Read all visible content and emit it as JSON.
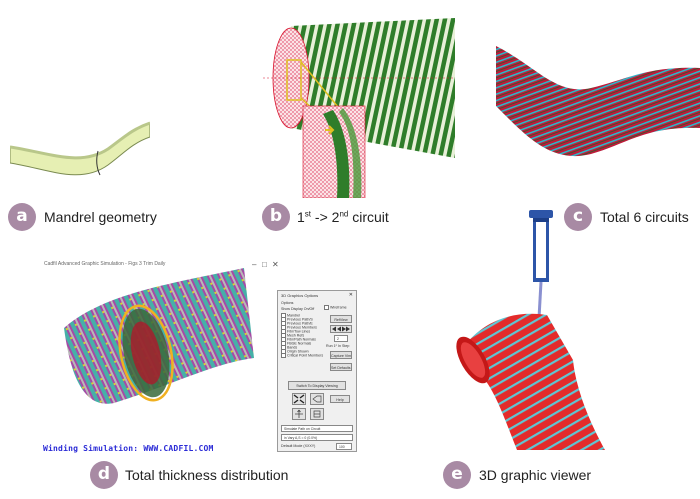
{
  "colors": {
    "badge": "#a88aa4",
    "fiber_green": "#2f7d2a",
    "mesh_red": "#d8112b",
    "fiber_cyan": "#2fb7c8",
    "mandrel_yellow": "#e6efb3"
  },
  "panels": [
    {
      "letter": "a",
      "caption_text": "Mandrel geometry"
    },
    {
      "letter": "b",
      "caption_main": "1",
      "caption_sup1": "st",
      "caption_mid": " -> 2",
      "caption_sup2": "nd",
      "caption_end": " circuit"
    },
    {
      "letter": "c",
      "caption_text": "Total 6 circuits"
    },
    {
      "letter": "d",
      "caption_text": "Total thickness distribution"
    },
    {
      "letter": "e",
      "caption_text": "3D graphic viewer"
    }
  ],
  "simulation_window": {
    "title": "Cadfil Advanced Graphic Simulation - Figs 3 Trim Daily",
    "controls": [
      "–",
      "□",
      "✕"
    ],
    "watermark": "Winding Simulation: WWW.CADFIL.COM"
  },
  "options_dialog": {
    "title": "3D Graphics Options",
    "close": "✕",
    "group_label": "Options",
    "show_display_label": "Show Display On/Off",
    "checkboxes": [
      "Mandrel",
      "Previous Path/S",
      "Previous Path/E",
      "Previous Members",
      "Fibr/Tow Lines",
      "Mesh Refs",
      "Fibr/Path Normals",
      "FBGE Normals",
      "Bands",
      "Origin Shown",
      "Critical Point Members"
    ],
    "wireframe_label": "Wireframe",
    "refview_label": "RefView",
    "step_label": "Run 1⁰ In Step",
    "step_value": "2",
    "capture_label": "Capture Vim",
    "set_defaults_label": "Set Defaults Info",
    "switch_label": "Switch To Display Viewing",
    "help_label": "Help",
    "select1": "Simulate Path on Circuit",
    "select2": "in Vary A,S = 0 (0.0%)",
    "default_label": "Default Mode (XXXY)",
    "default_value": "100"
  }
}
